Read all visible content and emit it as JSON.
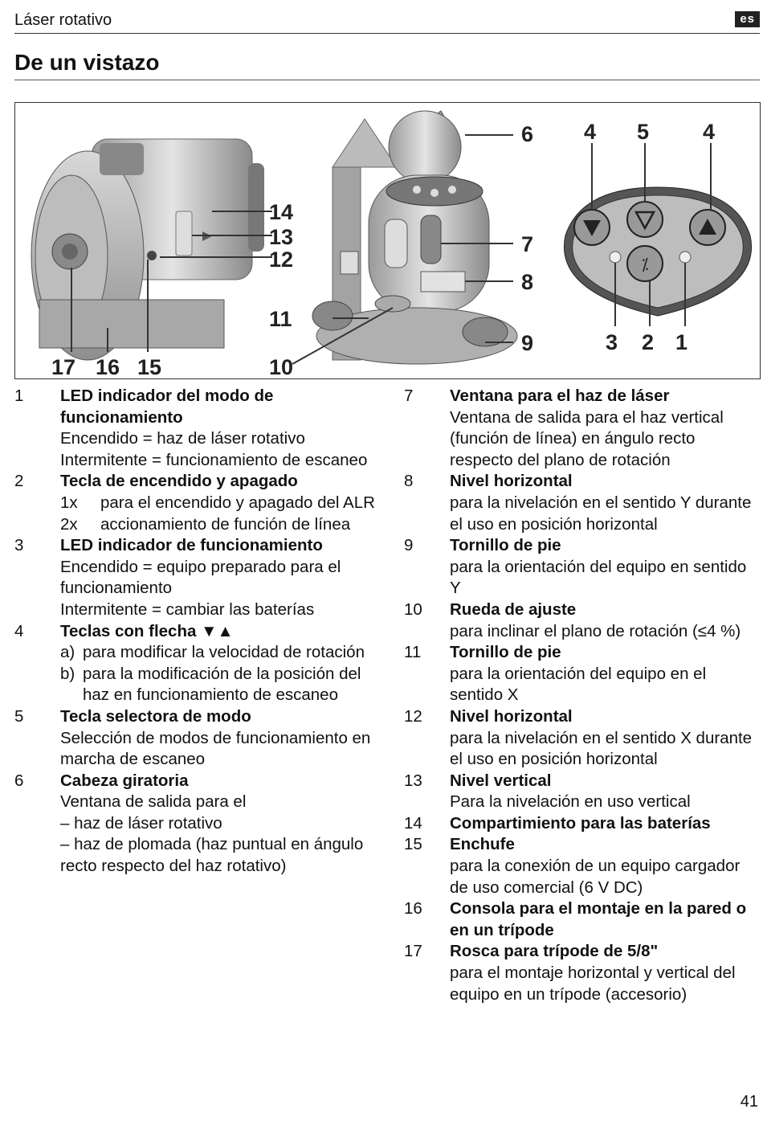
{
  "header": {
    "section": "Láser rotativo",
    "lang": "es"
  },
  "title": "De un vistazo",
  "figure": {
    "callouts_device": [
      "14",
      "13",
      "12",
      "11",
      "10",
      "17",
      "16",
      "15",
      "6",
      "7",
      "8",
      "9"
    ],
    "callouts_panel": [
      "4",
      "5",
      "4",
      "3",
      "2",
      "1"
    ]
  },
  "left": {
    "i1": {
      "num": "1",
      "head": "LED indicador del modo de funcionamiento",
      "l1": "Encendido = haz de láser rotativo",
      "l2": "Intermitente = funcionamiento de escaneo"
    },
    "i2": {
      "num": "2",
      "head": "Tecla de encendido y apagado",
      "a_lbl": "1x",
      "a_txt": "para el encendido y apagado del ALR",
      "b_lbl": "2x",
      "b_txt": "accionamiento de función de línea"
    },
    "i3": {
      "num": "3",
      "head": "LED indicador de funcionamiento",
      "l1": "Encendido = equipo preparado para el funcionamiento",
      "l2": "Intermitente = cambiar las baterías"
    },
    "i4": {
      "num": "4",
      "head": "Teclas con flecha",
      "arrows": "▼▲",
      "a_lbl": "a)",
      "a_txt": "para modificar la velocidad de rotación",
      "b_lbl": "b)",
      "b_txt": "para la modificación de la posición del haz en funcionamiento de escaneo"
    },
    "i5": {
      "num": "5",
      "head": "Tecla selectora de modo",
      "l1": "Selección de modos de funcionamiento en marcha de escaneo"
    },
    "i6": {
      "num": "6",
      "head": "Cabeza giratoria",
      "l1": "Ventana de salida para el",
      "l2": "– haz de láser rotativo",
      "l3": "– haz de plomada (haz puntual en ángulo recto respecto del haz rotativo)"
    }
  },
  "right": {
    "i7": {
      "num": "7",
      "head": "Ventana para el haz de láser",
      "l1": "Ventana de salida para el haz vertical (función de línea) en ángulo recto respecto del plano de rotación"
    },
    "i8": {
      "num": "8",
      "head": "Nivel horizontal",
      "l1": "para la nivelación en el sentido Y durante el uso en posición horizontal"
    },
    "i9": {
      "num": "9",
      "head": "Tornillo de pie",
      "l1": "para la orientación del equipo en sentido Y"
    },
    "i10": {
      "num": "10",
      "head": "Rueda de ajuste",
      "l1": "para inclinar el plano de rotación (≤4 %)"
    },
    "i11": {
      "num": "11",
      "head": "Tornillo de pie",
      "l1": "para la orientación del equipo en el sentido X"
    },
    "i12": {
      "num": "12",
      "head": "Nivel horizontal",
      "l1": "para la nivelación en el sentido X durante el uso en posición horizontal"
    },
    "i13": {
      "num": "13",
      "head": "Nivel vertical",
      "l1": "Para la nivelación en uso vertical"
    },
    "i14": {
      "num": "14",
      "head": "Compartimiento para las baterías"
    },
    "i15": {
      "num": "15",
      "head": "Enchufe",
      "l1": "para la conexión de un equipo cargador de uso comercial (6 V DC)"
    },
    "i16": {
      "num": "16",
      "head": "Consola para el montaje en la pared o en un trípode"
    },
    "i17": {
      "num": "17",
      "head": "Rosca para trípode de 5/8\"",
      "l1": "para el montaje horizontal y vertical del equipo en un trípode (accesorio)"
    }
  },
  "page_number": "41"
}
